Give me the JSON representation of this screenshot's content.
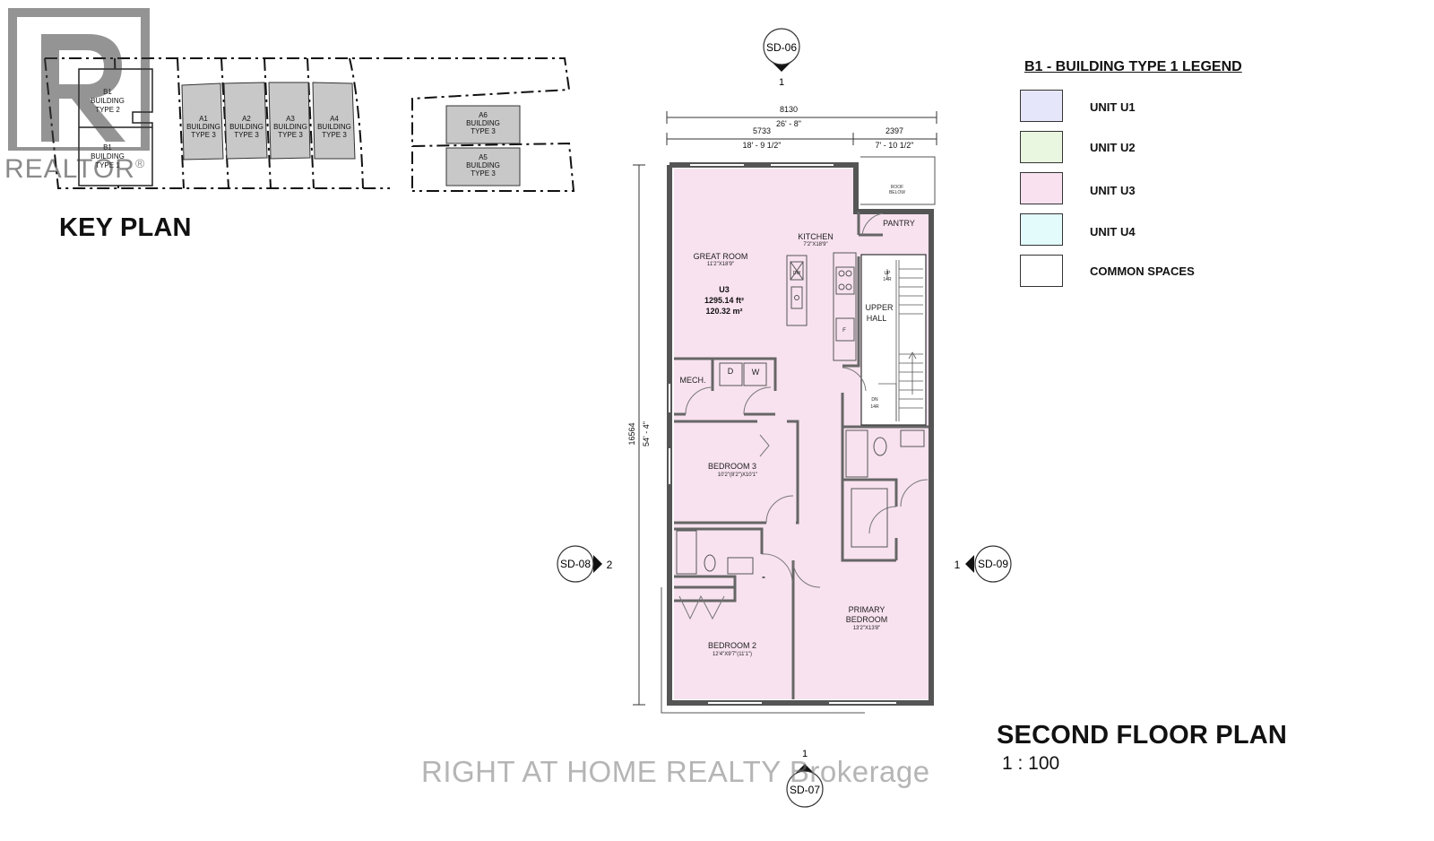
{
  "key_plan": {
    "title": "KEY PLAN",
    "buildings": [
      {
        "id": "B1",
        "l1": "BUILDING",
        "l2": "TYPE 2"
      },
      {
        "id": "B1",
        "l1": "BUILDING",
        "l2": "TYPE 1"
      },
      {
        "id": "A1",
        "l1": "BUILDING",
        "l2": "TYPE 3"
      },
      {
        "id": "A2",
        "l1": "BUILDING",
        "l2": "TYPE 3"
      },
      {
        "id": "A3",
        "l1": "BUILDING",
        "l2": "TYPE 3"
      },
      {
        "id": "A4",
        "l1": "BUILDING",
        "l2": "TYPE 3"
      },
      {
        "id": "A6",
        "l1": "BUILDING",
        "l2": "TYPE 3"
      },
      {
        "id": "A5",
        "l1": "BUILDING",
        "l2": "TYPE 3"
      }
    ]
  },
  "legend": {
    "title": "B1 - BUILDING TYPE 1 LEGEND",
    "items": [
      {
        "label": "UNIT U1",
        "color": "#e6e6fa"
      },
      {
        "label": "UNIT U2",
        "color": "#e9f6e0"
      },
      {
        "label": "UNIT U3",
        "color": "#f9e1f0"
      },
      {
        "label": "UNIT U4",
        "color": "#e3fbfb"
      },
      {
        "label": "COMMON SPACES",
        "color": "#ffffff"
      }
    ]
  },
  "plan": {
    "title": "SECOND FLOOR PLAN",
    "scale": "1 : 100",
    "unit_fill": "#f8e2ef",
    "dimensions": {
      "overall_mm": "8130",
      "overall_ft": "26' - 8\"",
      "left_mm": "5733",
      "left_ft": "18' - 9 1/2\"",
      "right_mm": "2397",
      "right_ft": "7' - 10 1/2\"",
      "height_mm": "16564",
      "height_ft": "54' - 4\""
    },
    "section_markers": {
      "top": {
        "id": "SD-06",
        "num": "1"
      },
      "bottom": {
        "id": "SD-07",
        "num": "1"
      },
      "left": {
        "id": "SD-08",
        "num": "2"
      },
      "right": {
        "id": "SD-09",
        "num": "1"
      }
    },
    "unit": {
      "name": "U3",
      "area_ft": "1295.14 ft²",
      "area_m": "120.32 m²"
    },
    "rooms": {
      "great_room": "GREAT ROOM",
      "great_room_size": "11'2\"X18'9\"",
      "kitchen": "KITCHEN",
      "kitchen_size": "7'2\"X18'9\"",
      "pantry": "PANTRY",
      "roof_below_1": "ROOF",
      "roof_below_2": "BELOW",
      "upper_hall_1": "UPPER",
      "upper_hall_2": "HALL",
      "stair_up": "UP",
      "stair_up_r": "14R",
      "stair_dn": "DN",
      "stair_dn_r": "14R",
      "mech": "MECH.",
      "dryer": "D",
      "washer": "W",
      "dw": "DW",
      "fridge": "F",
      "bedroom3": "BEDROOM 3",
      "bedroom3_size": "10'2\"(8'2\")X10'1\"",
      "bedroom2": "BEDROOM 2",
      "bedroom2_size": "12'4\"X9'7\"(11'1\")",
      "primary_1": "PRIMARY",
      "primary_2": "BEDROOM",
      "primary_size": "13'2\"X13'8\""
    }
  },
  "watermarks": {
    "brokerage": "RIGHT AT HOME REALTY Brokerage",
    "realtor": "REALTOR",
    "realtor_mark": "®"
  }
}
